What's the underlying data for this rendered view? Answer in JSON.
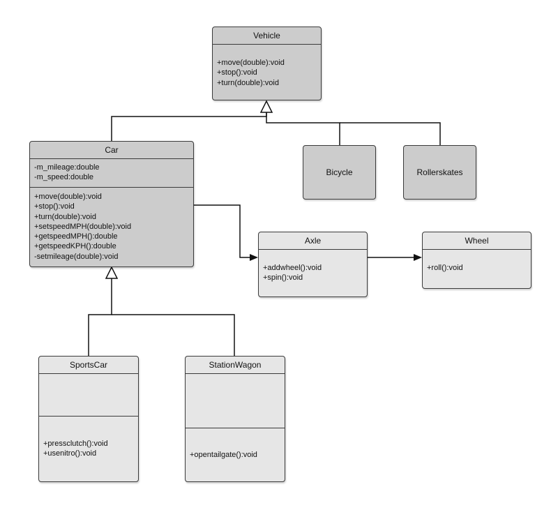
{
  "classes": {
    "vehicle": {
      "name": "Vehicle",
      "methods": [
        "+move(double):void",
        "+stop():void",
        "+turn(double):void"
      ]
    },
    "car": {
      "name": "Car",
      "attributes": [
        "-m_mileage:double",
        "-m_speed:double"
      ],
      "methods": [
        "+move(double):void",
        "+stop():void",
        "+turn(double):void",
        "+setspeedMPH(double):void",
        "+getspeedMPH():double",
        "+getspeedKPH():double",
        "-setmileage(double):void"
      ]
    },
    "bicycle": {
      "name": "Bicycle"
    },
    "rollerskates": {
      "name": "Rollerskates"
    },
    "axle": {
      "name": "Axle",
      "methods": [
        "+addwheel():void",
        "+spin():void"
      ]
    },
    "wheel": {
      "name": "Wheel",
      "methods": [
        "+roll():void"
      ]
    },
    "sportscar": {
      "name": "SportsCar",
      "methods": [
        "+pressclutch():void",
        "+usenitro():void"
      ]
    },
    "stationwagon": {
      "name": "StationWagon",
      "methods": [
        "+opentailgate():void"
      ]
    }
  },
  "relationships": [
    {
      "type": "generalization",
      "from": "Car",
      "to": "Vehicle"
    },
    {
      "type": "generalization",
      "from": "Bicycle",
      "to": "Vehicle"
    },
    {
      "type": "generalization",
      "from": "Rollerskates",
      "to": "Vehicle"
    },
    {
      "type": "generalization",
      "from": "SportsCar",
      "to": "Car"
    },
    {
      "type": "generalization",
      "from": "StationWagon",
      "to": "Car"
    },
    {
      "type": "association",
      "from": "Car",
      "to": "Axle"
    },
    {
      "type": "association",
      "from": "Axle",
      "to": "Wheel"
    }
  ],
  "colors": {
    "dark_fill": "#cccccc",
    "light_fill": "#e6e6e6",
    "stroke": "#3a3a3a",
    "line": "#111111"
  }
}
